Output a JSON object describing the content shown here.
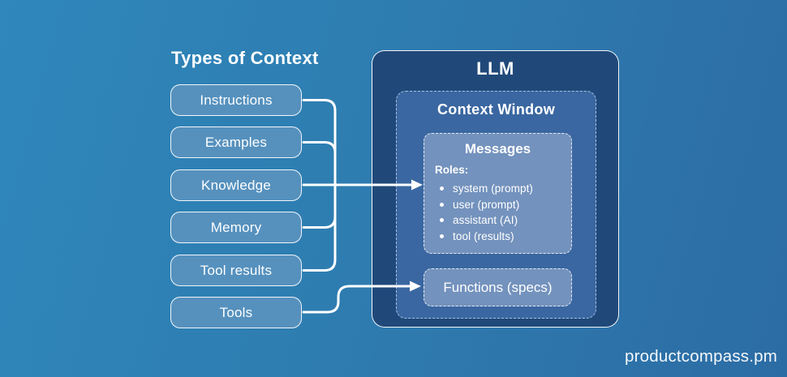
{
  "left_panel": {
    "title": "Types of Context",
    "items": [
      "Instructions",
      "Examples",
      "Knowledge",
      "Memory",
      "Tool results",
      "Tools"
    ]
  },
  "llm": {
    "title": "LLM",
    "context_window": {
      "title": "Context Window",
      "messages": {
        "title": "Messages",
        "roles_label": "Roles:",
        "roles": [
          "system (prompt)",
          "user (prompt)",
          "assistant (AI)",
          "tool (results)"
        ]
      },
      "functions": {
        "label": "Functions (specs)"
      }
    }
  },
  "footer": {
    "brand": "productcompass.pm"
  },
  "colors": {
    "background_start": "#2f87bb",
    "background_end": "#2c6ca4",
    "context_box_fill": "#5691be",
    "llm_fill": "#20497a",
    "context_window_fill": "#3a67a1",
    "inner_box_fill": "#7392bd",
    "line_and_text": "#ffffff"
  }
}
